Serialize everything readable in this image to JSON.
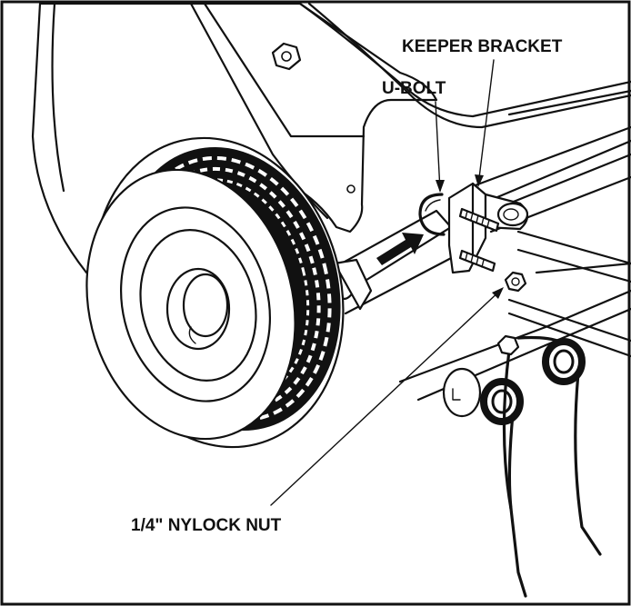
{
  "labels": {
    "keeper_bracket": "KEEPER BRACKET",
    "u_bolt": "U-BOLT",
    "nylock_nut": "1/4\" NYLOCK NUT"
  }
}
